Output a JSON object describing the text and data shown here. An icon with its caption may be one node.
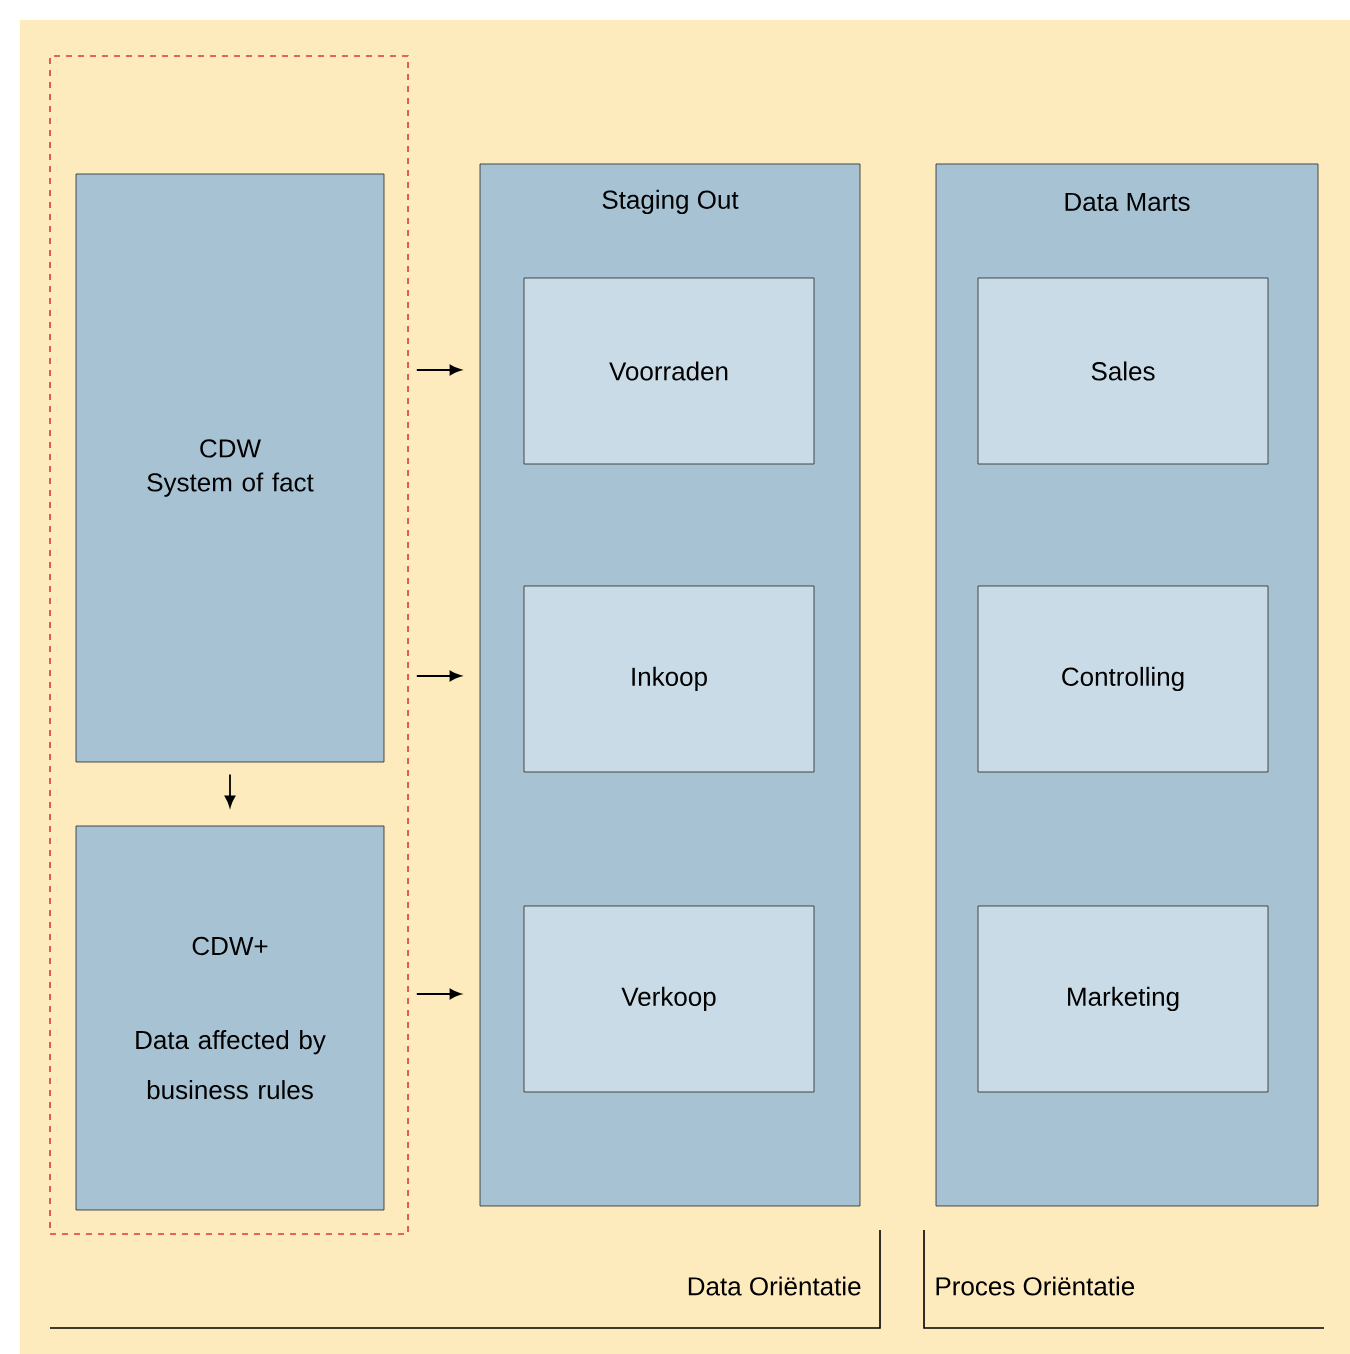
{
  "diagram": {
    "nodes": [
      {
        "text": [],
        "shape": "box"
      },
      {
        "text": [
          "CDW",
          "System of fact"
        ],
        "in": 0
      },
      {
        "text": [
          "CDW+",
          "Data affected by business rules"
        ],
        "in": 0
      },
      {
        "text": [
          "Staging Out"
        ]
      },
      {
        "text": [
          "Voorraden"
        ],
        "in": 3
      },
      {
        "text": [
          "Inkoop"
        ],
        "in": 3
      },
      {
        "text": [
          "Verkoop"
        ],
        "in": 3
      },
      {
        "text": [
          "Data Marts"
        ]
      },
      {
        "text": [
          "Sales"
        ],
        "in": 7
      },
      {
        "text": [
          "Controlling"
        ],
        "in": 7
      },
      {
        "text": [
          "Marketing"
        ],
        "in": 7
      }
    ],
    "edges": [
      {
        "from": 1,
        "to": 2,
        "arrow": "to"
      },
      {
        "from": 0,
        "to": 3,
        "arrow": "to"
      },
      {
        "from": 0,
        "to": 3,
        "arrow": "to"
      },
      {
        "from": 0,
        "to": 3,
        "arrow": "to"
      }
    ],
    "labels": [
      "Data Oriëntatie",
      "Proces Oriëntatie"
    ]
  }
}
